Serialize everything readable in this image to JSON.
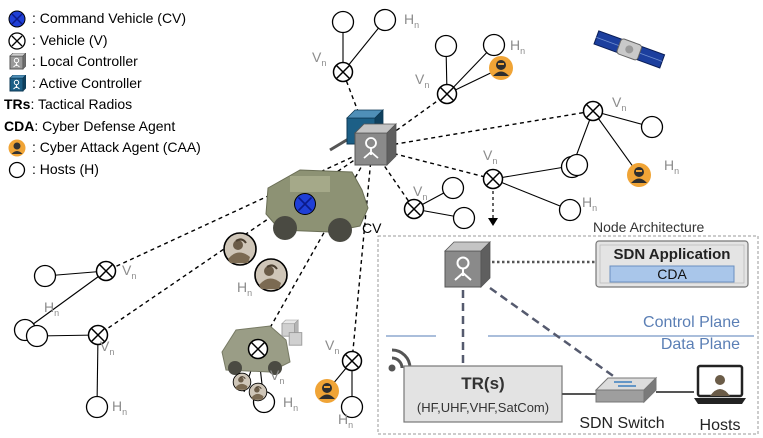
{
  "legend": [
    {
      "kind": "command_vehicle",
      "text": ": Command Vehicle (CV)"
    },
    {
      "kind": "vehicle",
      "text": ": Vehicle (V)"
    },
    {
      "kind": "local_controller",
      "text": ": Local Controller"
    },
    {
      "kind": "active_controller",
      "text": ": Active Controller"
    },
    {
      "kind": "abbrev",
      "abbr": "TRs",
      "text": ": Tactical Radios"
    },
    {
      "kind": "abbrev",
      "abbr": "CDA",
      "text": ": Cyber Defense Agent"
    },
    {
      "kind": "attacker",
      "text": ": Cyber Attack Agent (CAA)"
    },
    {
      "kind": "host",
      "text": ": Hosts (H)"
    }
  ],
  "labels": {
    "vehicle": "V",
    "host": "H",
    "subscript": "n",
    "cv": "CV"
  },
  "architecture": {
    "title": "Node Architecture",
    "sdn_app": "SDN Application",
    "cda": "CDA",
    "control_plane": "Control Plane",
    "data_plane": "Data Plane",
    "tr_title": "TR(s)",
    "tr_bands": "(HF,UHF,VHF,SatCom)",
    "sdn_switch": "SDN Switch",
    "hosts": "Hosts"
  },
  "colors": {
    "cv_blue": "#1f3fd6",
    "controller_active": "#1c5f86",
    "controller_local": "#8a8a8a",
    "plane_blue": "#5b7fb5",
    "cda_fill": "#a9c6ea",
    "attacker_orange": "#f0a436",
    "label_gray": "#8c8c8c"
  },
  "icons": [
    "satellite-icon",
    "wifi-icon",
    "laptop-user-icon",
    "switch-icon",
    "soldier-icon"
  ]
}
